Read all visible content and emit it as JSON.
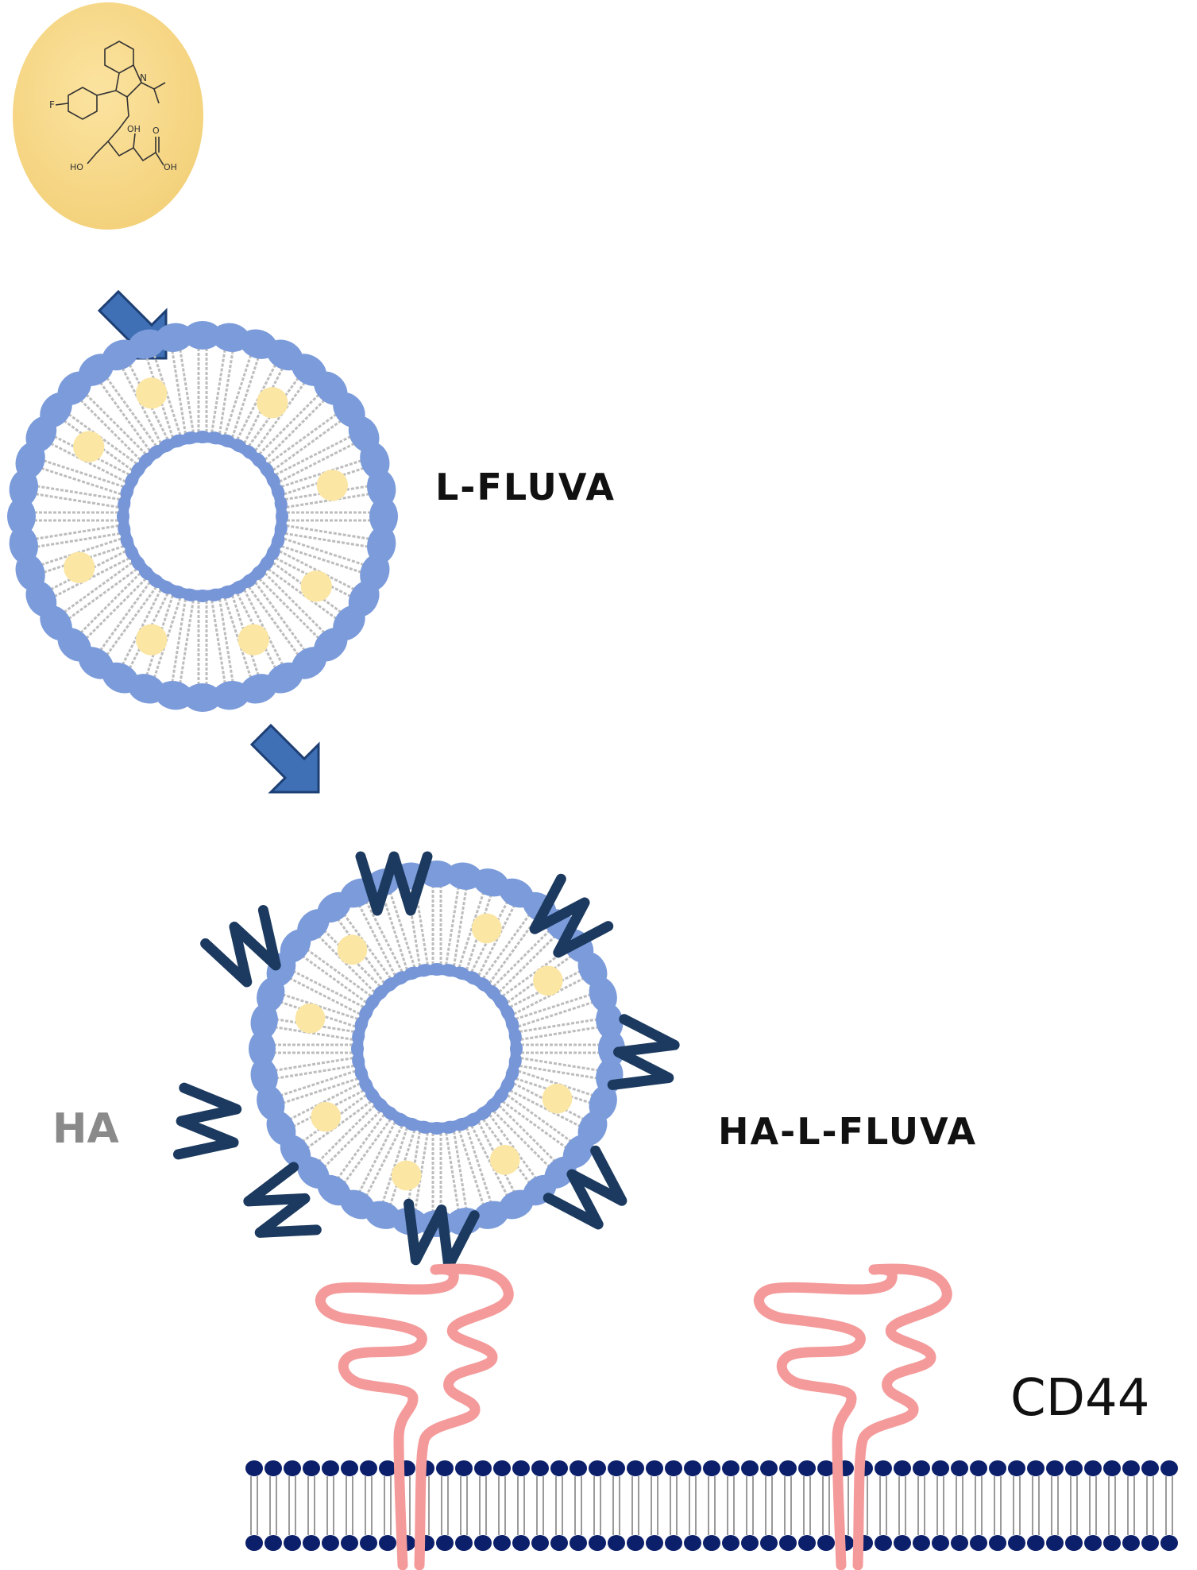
{
  "labels": {
    "l_fluva": "L-FLUVA",
    "ha": "HA",
    "ha_l_fluva": "HA-L-FLUVA",
    "cd44": "CD44"
  },
  "molecule_atoms": {
    "f": "F",
    "n": "N",
    "ho": "HO",
    "oh1": "OH",
    "o": "O",
    "oh2": "OH"
  },
  "colors": {
    "drug_fill": "#f7d88a",
    "head_blue": "#7b9bda",
    "inner_blue": "#7796d8",
    "drug_yellow": "#fbe6a4",
    "tail_gray": "#bdbdbd",
    "arrow_blue": "#3f6fb5",
    "arrow_dark": "#1d3f74",
    "ha_dark": "#1c3a5f",
    "cd44_pink": "#f49a9a",
    "membrane_navy": "#0c1f6b",
    "text_dark": "#111111",
    "text_gray": "#8a8a8a"
  }
}
